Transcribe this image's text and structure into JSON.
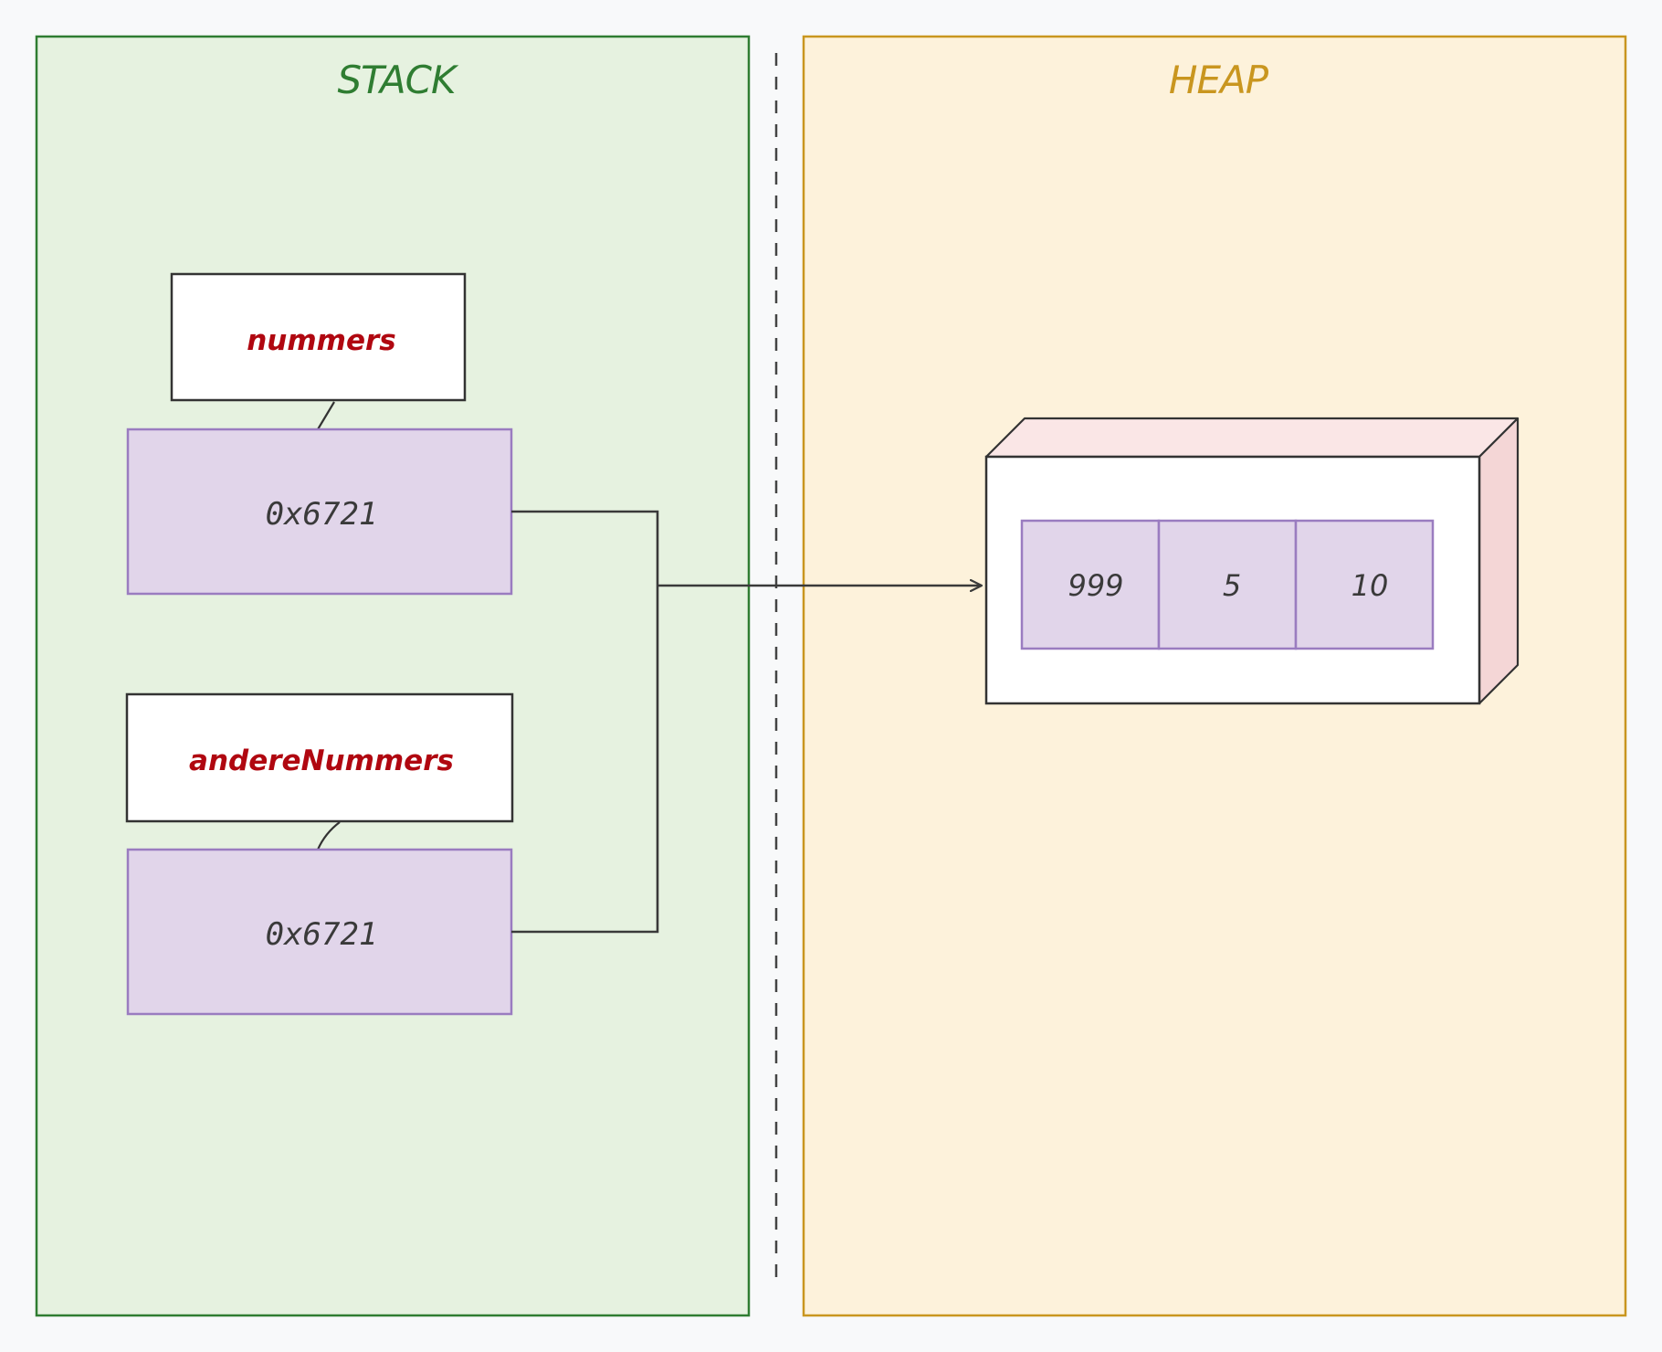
{
  "colors": {
    "stack_fill": "#e6f2e0",
    "stack_stroke": "#2f7d32",
    "heap_fill": "#fdf2db",
    "heap_stroke": "#c9961f",
    "value_fill": "#e1d5ea",
    "value_stroke": "#9a7cc0",
    "label_text": "#b00710",
    "ink": "#3a3a3a",
    "cube_side": "#f4d6d6",
    "cube_top": "#fae6e6"
  },
  "stack": {
    "title": "STACK",
    "variables": [
      {
        "name": "nummers",
        "value": "0x6721"
      },
      {
        "name": "andereNummers",
        "value": "0x6721"
      }
    ]
  },
  "heap": {
    "title": "HEAP",
    "array": [
      "999",
      "5",
      "10"
    ]
  },
  "icons": {
    "arrow": "arrow-right-icon"
  }
}
